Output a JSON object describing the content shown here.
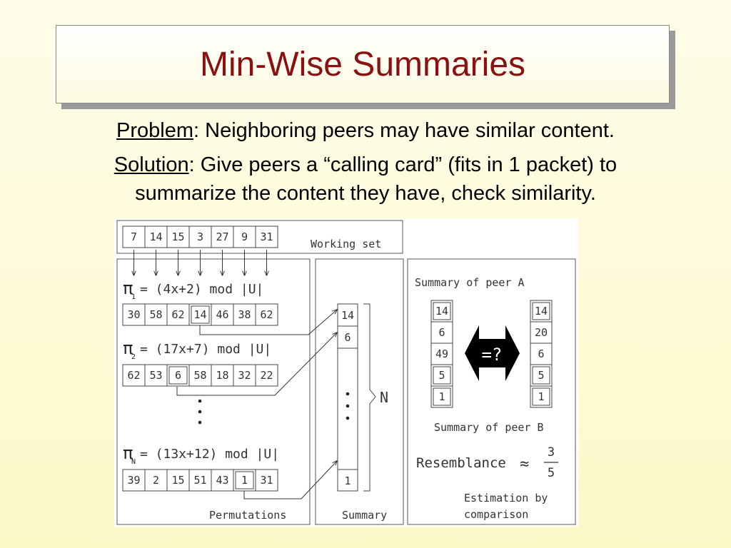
{
  "slide": {
    "title": "Min-Wise Summaries",
    "problem_label": "Problem",
    "problem_text": ":  Neighboring peers may have similar content.",
    "solution_label": "Solution",
    "solution_text_1": ":  Give peers a “calling card” (fits in 1 packet) to",
    "solution_text_2": "summarize the content they have, check similarity."
  },
  "diagram": {
    "working_set": {
      "label": "Working set",
      "values": [
        "7",
        "14",
        "15",
        "3",
        "27",
        "9",
        "31"
      ]
    },
    "permutations": [
      {
        "pi": "π",
        "sub": "1",
        "formula": "= (4x+2) mod |U|",
        "values": [
          "30",
          "58",
          "62",
          "14",
          "46",
          "38",
          "62"
        ],
        "min_index": 3
      },
      {
        "pi": "π",
        "sub": "2",
        "formula": "= (17x+7) mod |U|",
        "values": [
          "62",
          "53",
          "6",
          "58",
          "18",
          "32",
          "22"
        ],
        "min_index": 2
      },
      {
        "pi": "π",
        "sub": "N",
        "formula": "= (13x+12) mod |U|",
        "values": [
          "39",
          "2",
          "15",
          "51",
          "43",
          "1",
          "31"
        ],
        "min_index": 5
      }
    ],
    "permutations_label": "Permutations",
    "summary": {
      "values": [
        "14",
        "6",
        "1"
      ],
      "label": "Summary",
      "n_label": "N"
    },
    "peer_a": {
      "label": "Summary of peer A",
      "values": [
        "14",
        "6",
        "49",
        "5",
        "1"
      ],
      "boxed": [
        true,
        false,
        false,
        true,
        true
      ]
    },
    "peer_b": {
      "label": "Summary of peer B",
      "values": [
        "14",
        "20",
        "6",
        "5",
        "1"
      ],
      "boxed": [
        true,
        false,
        false,
        true,
        true
      ]
    },
    "compare_symbol": "=?",
    "resemblance": {
      "label": "Resemblance",
      "approx": "≈",
      "numerator": "3",
      "denominator": "5"
    },
    "estimation_label_1": "Estimation by",
    "estimation_label_2": "comparison"
  }
}
